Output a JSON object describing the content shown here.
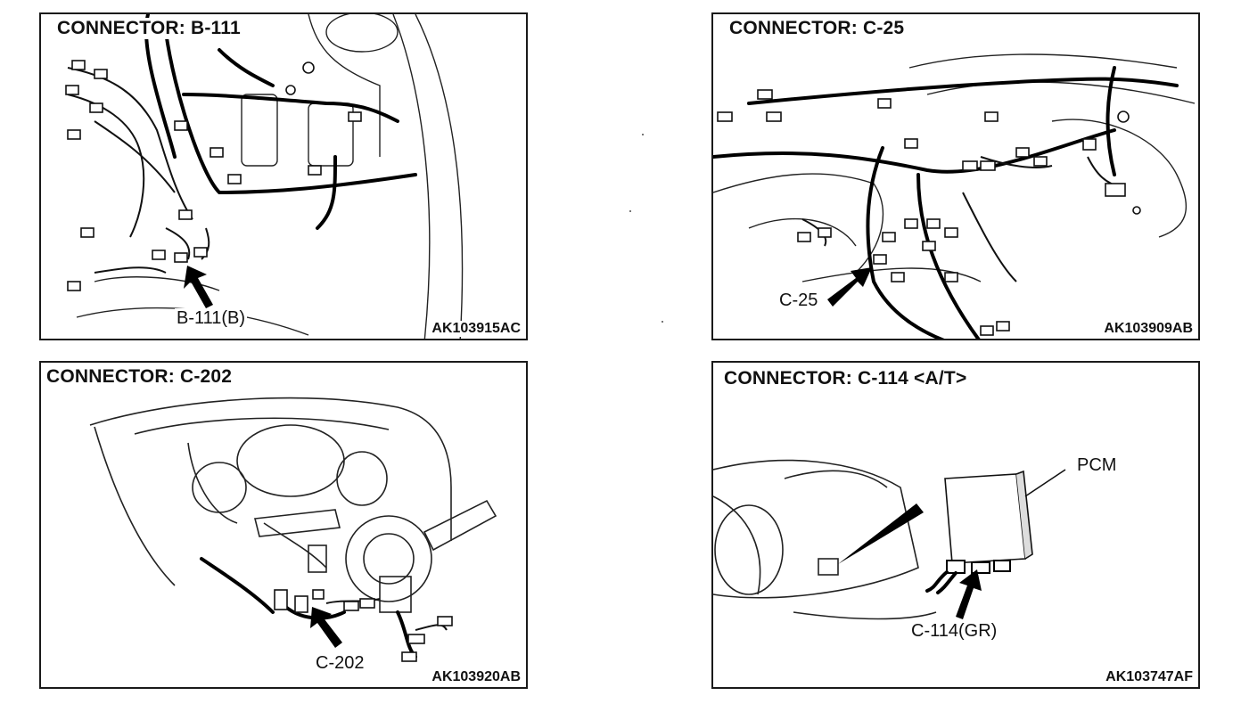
{
  "panels": [
    {
      "title": "CONNECTOR: B-111",
      "code": "AK103915AC",
      "callout": "B-111(B)"
    },
    {
      "title": "CONNECTOR: C-25",
      "code": "AK103909AB",
      "callout": "C-25"
    },
    {
      "title": "CONNECTOR: C-202",
      "code": "AK103920AB",
      "callout": "C-202"
    },
    {
      "title": "CONNECTOR: C-114 <A/T>",
      "code": "AK103747AF",
      "callout": "C-114(GR)",
      "unit_label": "PCM"
    }
  ]
}
